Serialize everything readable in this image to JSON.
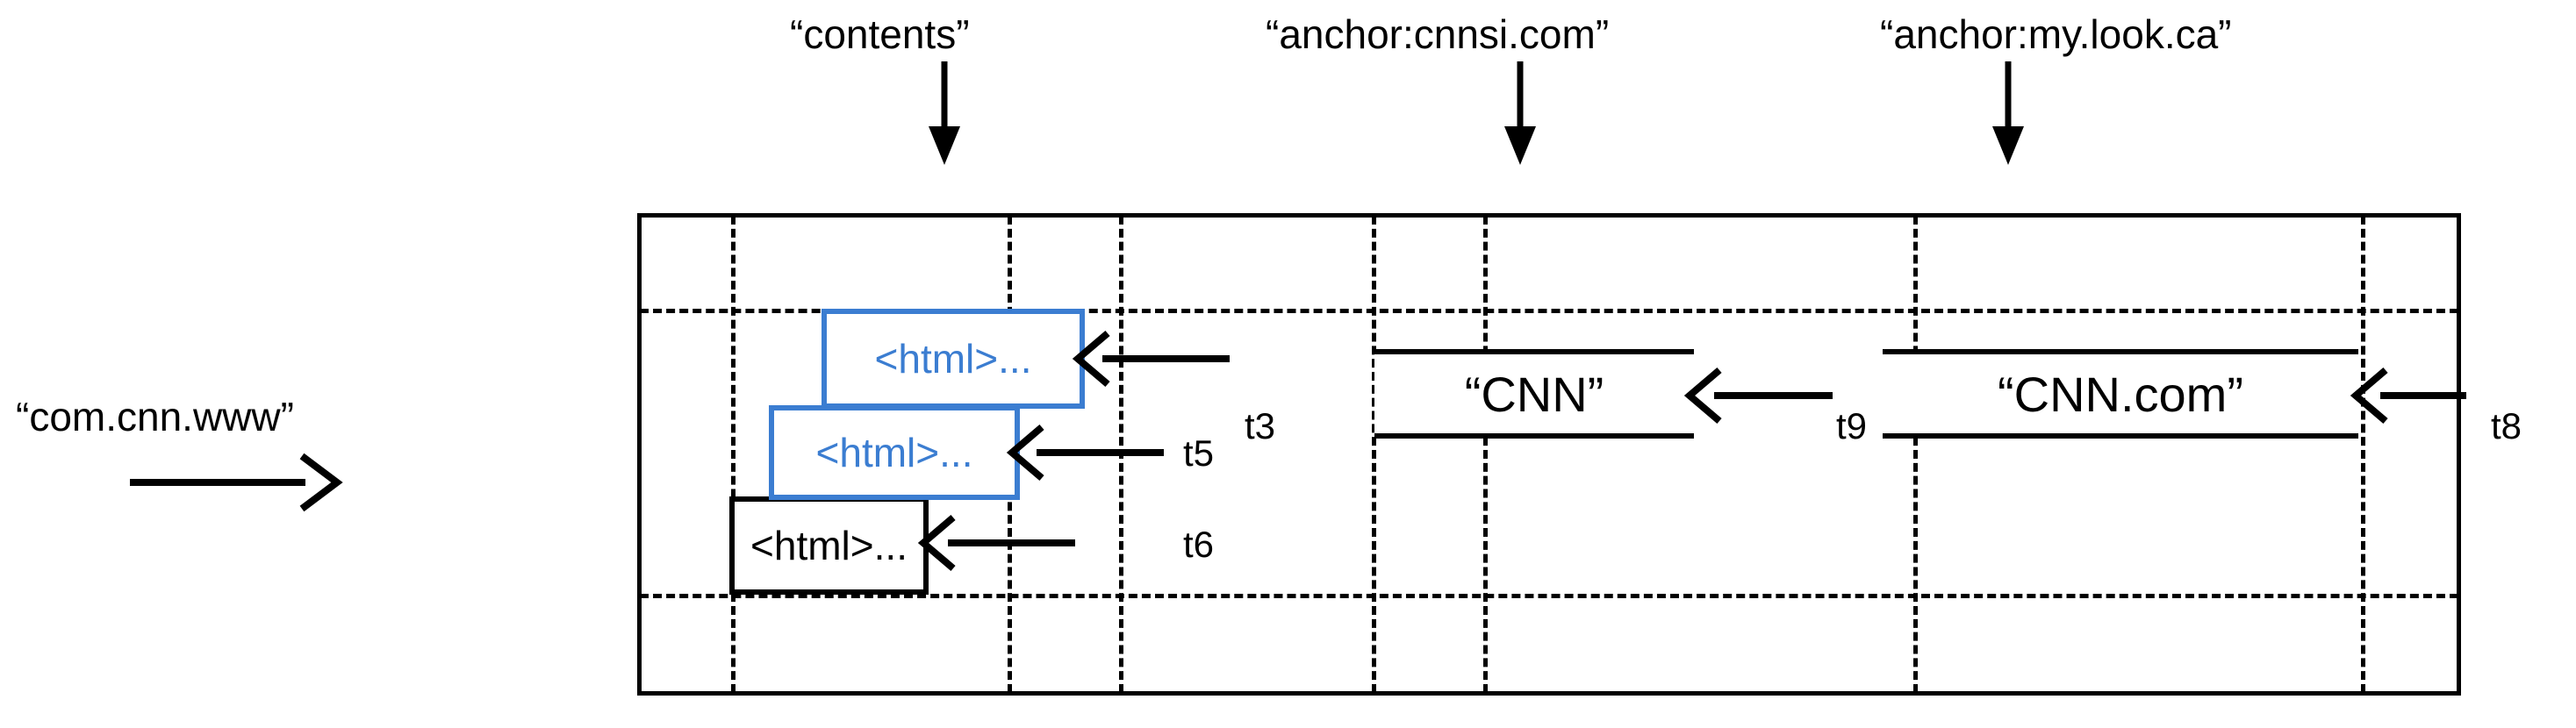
{
  "diagram": {
    "title_row_labels": [
      {
        "id": "contents",
        "text": "“contents”"
      },
      {
        "id": "anchor-cnnsi",
        "text": "“anchor:cnnsi.com”"
      },
      {
        "id": "anchor-mylookca",
        "text": "“anchor:my.look.ca”"
      }
    ],
    "row_label": {
      "id": "com-cnn-www",
      "text": "“com.cnn.www”"
    },
    "cells": [
      {
        "id": "contents-t3",
        "text": "<html>...",
        "color": "#3b7dd1",
        "timestamp": "t3"
      },
      {
        "id": "contents-t5",
        "text": "<html>...",
        "color": "#3b7dd1",
        "timestamp": "t5"
      },
      {
        "id": "contents-t6",
        "text": "<html>...",
        "color": "#000000",
        "timestamp": "t6"
      },
      {
        "id": "anchor-cnnsi-t9",
        "text": "“CNN”",
        "color": "#000000",
        "timestamp": "t9"
      },
      {
        "id": "anchor-mylookca-t8",
        "text": "“CNN.com”",
        "color": "#000000",
        "timestamp": "t8"
      }
    ],
    "timestamps": {
      "t3": "t3",
      "t5": "t5",
      "t6": "t6",
      "t9": "t9",
      "t8": "t8"
    },
    "colors": {
      "highlight": "#3b7dd1",
      "line": "#000000",
      "background": "#ffffff"
    }
  }
}
